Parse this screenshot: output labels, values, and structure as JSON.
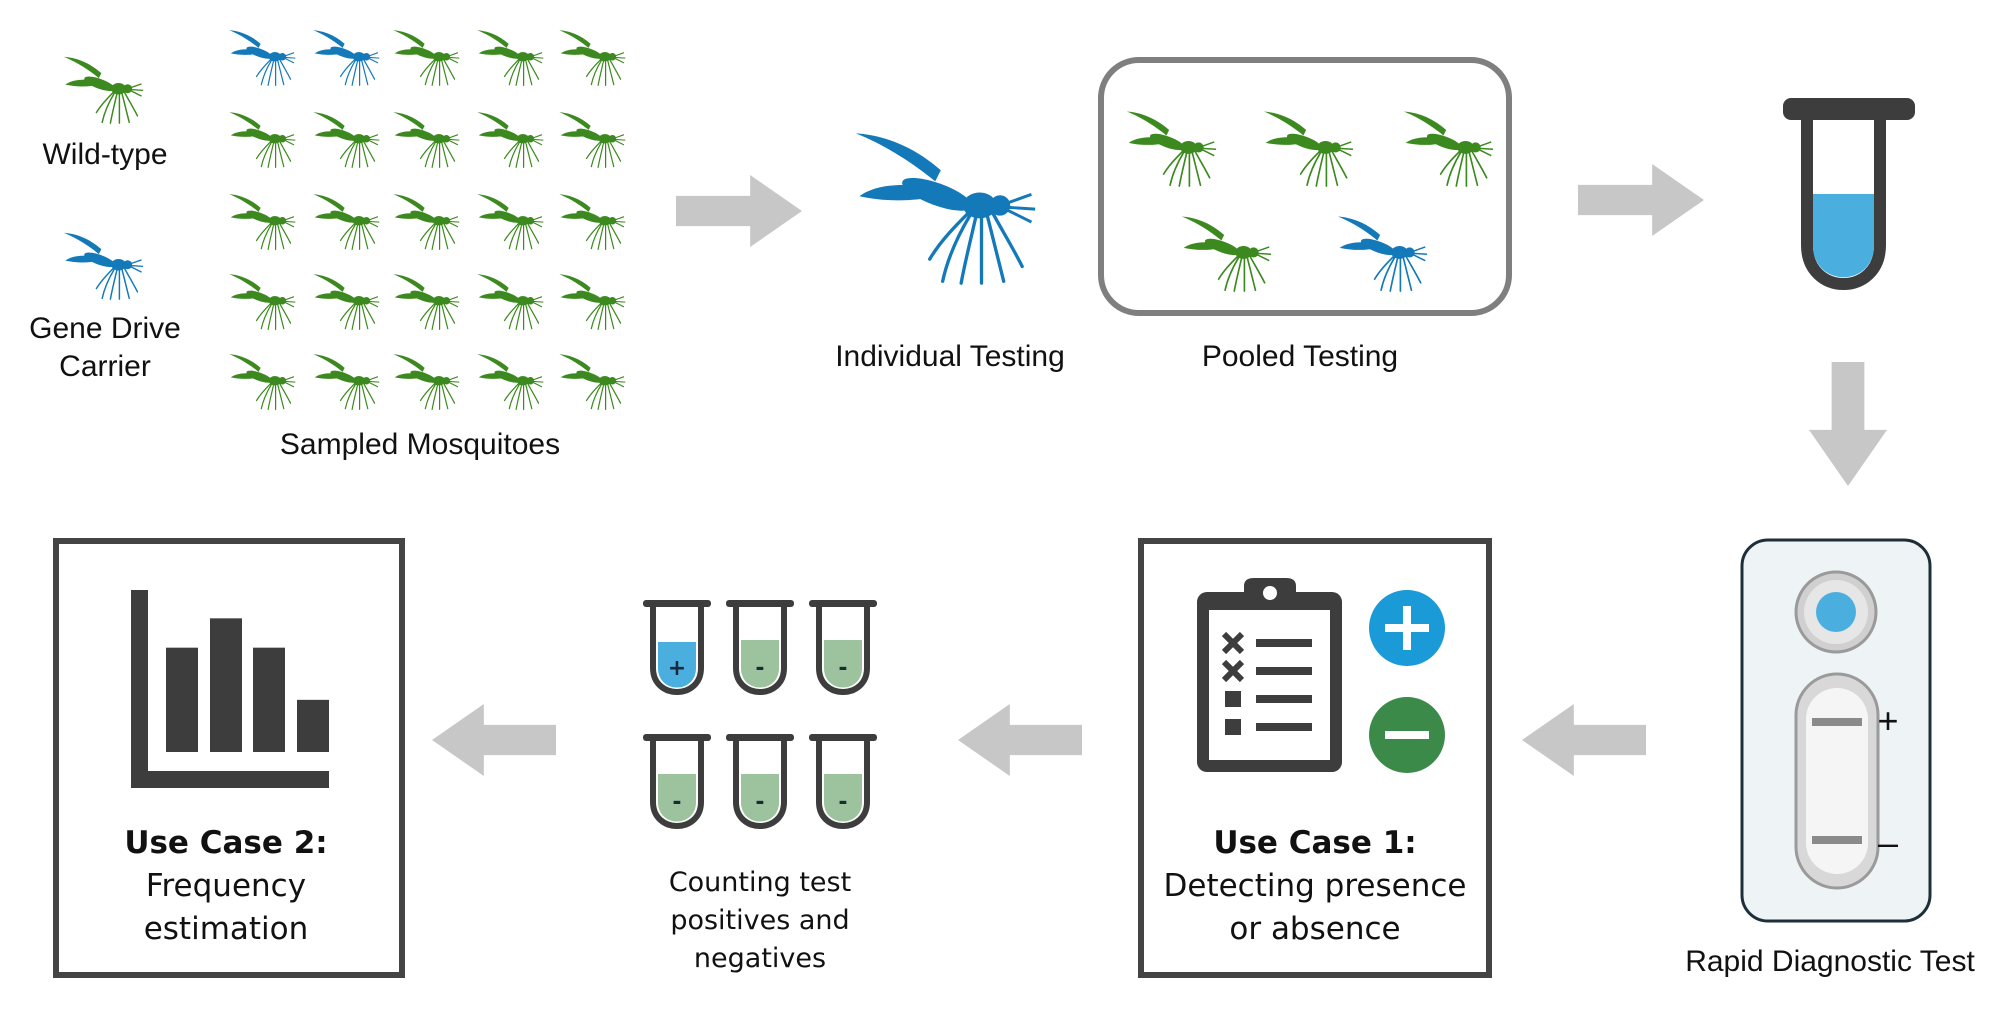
{
  "legend": {
    "wild_type": "Wild-type",
    "gene_drive_carrier_line1": "Gene Drive",
    "gene_drive_carrier_line2": "Carrier"
  },
  "labels": {
    "sampled_mosquitoes": "Sampled Mosquitoes",
    "individual_testing": "Individual Testing",
    "pooled_testing": "Pooled Testing",
    "rapid_diagnostic_test": "Rapid Diagnostic Test",
    "counting_line1": "Counting test",
    "counting_line2": "positives and",
    "counting_line3": "negatives"
  },
  "use_case_1": {
    "title": "Use Case 1:",
    "line1": "Detecting presence",
    "line2": "or absence"
  },
  "use_case_2": {
    "title": "Use Case 2:",
    "line1": "Frequency",
    "line2": "estimation"
  },
  "test_strip": {
    "positive_mark": "+",
    "negative_mark": "–"
  },
  "tubes": [
    {
      "sign": "+",
      "result": "positive"
    },
    {
      "sign": "-",
      "result": "negative"
    },
    {
      "sign": "-",
      "result": "negative"
    },
    {
      "sign": "-",
      "result": "negative"
    },
    {
      "sign": "-",
      "result": "negative"
    },
    {
      "sign": "-",
      "result": "negative"
    }
  ],
  "sample_grid": {
    "rows": [
      [
        "carrier",
        "carrier",
        "wild",
        "wild",
        "wild"
      ],
      [
        "wild",
        "wild",
        "wild",
        "wild",
        "wild"
      ],
      [
        "wild",
        "wild",
        "wild",
        "wild",
        "wild"
      ],
      [
        "wild",
        "wild",
        "wild",
        "wild",
        "wild"
      ],
      [
        "wild",
        "wild",
        "wild",
        "wild",
        "wild"
      ]
    ]
  },
  "pool": [
    "wild",
    "wild",
    "wild",
    "wild",
    "carrier"
  ],
  "histogram_levels": [
    1.0,
    0.64,
    0.82,
    0.64,
    0.32
  ],
  "colors": {
    "wild": "#3c8a1f",
    "carrier": "#1479b8",
    "arrow": "#c7c7c7",
    "dark": "#3d3d3d",
    "tube_blue": "#4aaedf",
    "tube_green": "#9cc39e",
    "plus_badge": "#1a9ad6",
    "minus_badge": "#3c8a4a"
  },
  "icons": [
    "mosquito-icon",
    "tube-icon",
    "clipboard-icon",
    "plus-icon",
    "minus-icon",
    "bar-chart-icon",
    "arrow-icon",
    "rapid-test-icon"
  ]
}
